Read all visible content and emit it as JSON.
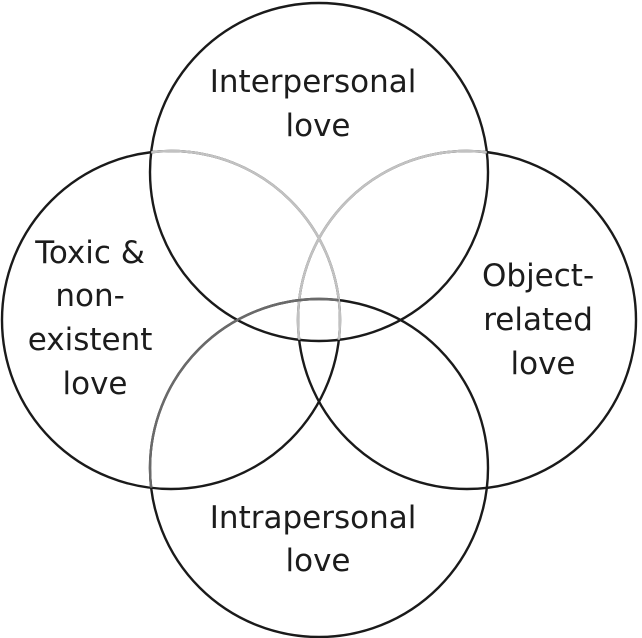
{
  "diagram": {
    "type": "venn",
    "sets": [
      {
        "id": "top",
        "lines": [
          "Interpersonal",
          "love"
        ]
      },
      {
        "id": "right",
        "lines": [
          "Object-",
          "related",
          "love"
        ]
      },
      {
        "id": "bottom",
        "lines": [
          "Intrapersonal",
          "love"
        ]
      },
      {
        "id": "left",
        "lines": [
          "Toxic &",
          "non-",
          "existent",
          "love"
        ]
      }
    ],
    "colors": {
      "stroke": "#1a1a1a",
      "overlap_stroke": "#9a9a9a",
      "text": "#1c1c1c",
      "background": "#ffffff"
    }
  }
}
